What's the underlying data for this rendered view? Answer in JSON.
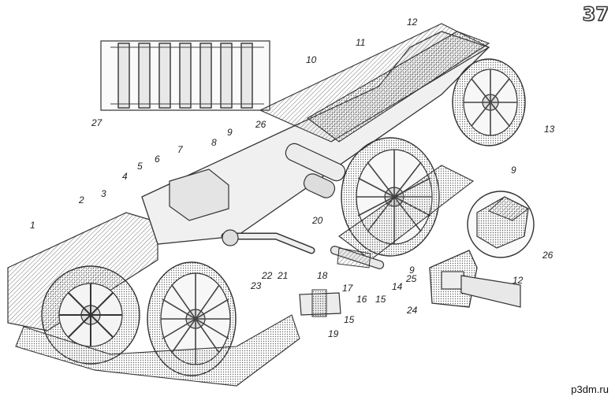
{
  "page_number": "37",
  "watermark": "p3dm.ru",
  "callouts": [
    "1",
    "2",
    "3",
    "4",
    "5",
    "6",
    "7",
    "8",
    "9",
    "10",
    "11",
    "12",
    "13",
    "9",
    "26",
    "20",
    "21",
    "22",
    "23",
    "18",
    "17",
    "16",
    "15",
    "14",
    "15",
    "19",
    "9",
    "25",
    "12",
    "24",
    "27",
    "26"
  ]
}
